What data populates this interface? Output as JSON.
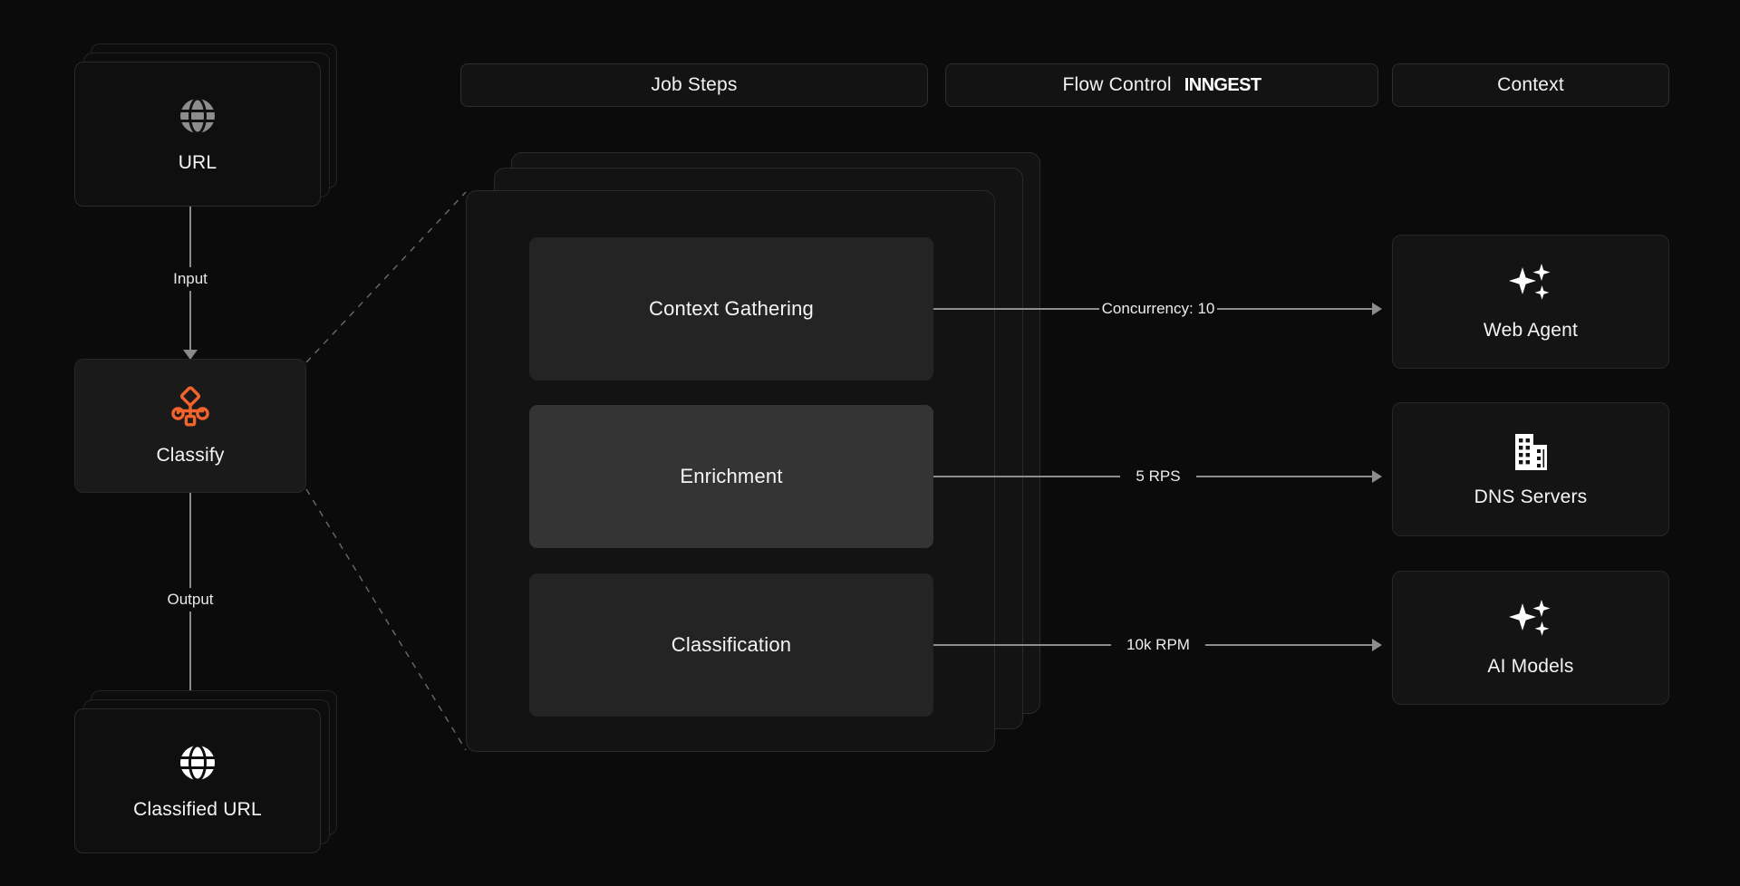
{
  "page": {
    "background": "#0b0b0b",
    "accent": "#F2642B"
  },
  "header": {
    "pills": [
      {
        "label": "Job Steps",
        "name": "job-steps"
      },
      {
        "label": "Flow Control",
        "brand": "INNGEST",
        "name": "flow-control"
      },
      {
        "label": "Context",
        "name": "context"
      }
    ]
  },
  "left_column": {
    "input_card": {
      "label": "URL",
      "icon": "globe-icon",
      "stacked": true
    },
    "input_edge": {
      "label": "Input"
    },
    "process_card": {
      "label": "Classify",
      "icon": "workflow-icon",
      "icon_color": "#F2642B"
    },
    "output_edge": {
      "label": "Output"
    },
    "output_card": {
      "label": "Classified URL",
      "icon": "globe-icon",
      "stacked": true
    }
  },
  "job_panel": {
    "stack_count": 3,
    "steps": [
      {
        "label": "Context Gathering",
        "highlighted": false
      },
      {
        "label": "Enrichment",
        "highlighted": true
      },
      {
        "label": "Classification",
        "highlighted": false
      }
    ]
  },
  "connectors": [
    {
      "label": "Concurrency: 10",
      "from": "Context Gathering",
      "to": "Web Agent"
    },
    {
      "label": "5 RPS",
      "from": "Enrichment",
      "to": "DNS Servers"
    },
    {
      "label": "10k RPM",
      "from": "Classification",
      "to": "AI Models"
    }
  ],
  "context_column": {
    "cards": [
      {
        "label": "Web Agent",
        "icon": "sparkles-icon"
      },
      {
        "label": "DNS Servers",
        "icon": "building-icon"
      },
      {
        "label": "AI Models",
        "icon": "sparkles-icon"
      }
    ]
  }
}
